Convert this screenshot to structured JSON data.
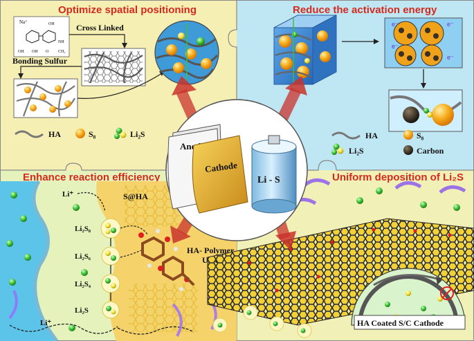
{
  "panels": {
    "top_left": {
      "title": "Optimize spatial positioning",
      "cross_linked": "Cross Linked",
      "bonding_sulfur": "Bonding Sulfur",
      "molecule_labels": {
        "na": "Na⁺",
        "oh1": "OH",
        "oh2": "OH",
        "oh3": "OH",
        "nh": "NH",
        "o": "O",
        "ch3": "CH₃"
      }
    },
    "top_right": {
      "title": "Reduce the activation energy",
      "e": "e⁻"
    },
    "bottom_left": {
      "title": "Enhance reaction efficiency",
      "li_plus": "Li⁺",
      "s_at_ha": "S@HA",
      "steps": [
        "Li₂S₈",
        "Li₂S₆",
        "Li₂S₄",
        "Li₂S"
      ],
      "polymer_unit": "HA- Polymer\nUnit",
      "polymer_line1": "HA- Polymer",
      "polymer_line2": "Unit",
      "li_plus_bottom": "Li⁺"
    },
    "bottom_right": {
      "title": "Uniform deposition of Li₂S",
      "cathode_label": "HA Coated S/C Cathode"
    }
  },
  "legend_left": {
    "ha": "HA",
    "s8": "S₈",
    "li2s": "Li₂S"
  },
  "legend_right": {
    "ha": "HA",
    "s8": "S₈",
    "li2s": "Li₂S",
    "carbon": "Carbon"
  },
  "center": {
    "anode": "Anode",
    "cathode": "Cathode",
    "battery": "Li - S"
  },
  "colors": {
    "title_red": "#d42a1e",
    "top_left_bg": "#f6efb4",
    "top_right_bg": "#bfe6f3",
    "bottom_left_bg": "#e5f2bc",
    "bottom_right_bg": "#f1f0b6",
    "sulfur": "#f5a219",
    "li2s_green": "#49c13c",
    "li2s_yellow": "#f1e63a",
    "arrow_red": "#c9332c"
  }
}
